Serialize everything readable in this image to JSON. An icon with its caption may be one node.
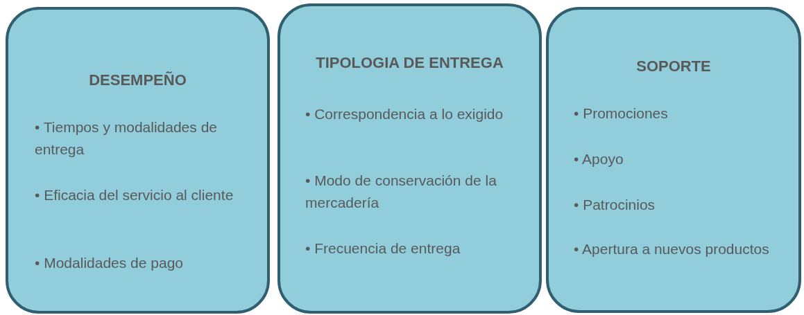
{
  "diagram": {
    "nodes": [
      {
        "text": [
          "DESEMPEÑO",
          "• Tiempos y modalidades de entrega",
          "• Eficacia del servicio al cliente",
          "• Modalidades de pago"
        ]
      },
      {
        "text": [
          "TIPOLOGIA DE ENTREGA",
          "• Correspondencia a lo exigido",
          "• Modo de conservación de la mercadería",
          "• Frecuencia de entrega"
        ]
      },
      {
        "text": [
          "SOPORTE",
          "• Promociones",
          "• Apoyo",
          "• Patrocinios",
          "• Apertura a nuevos productos"
        ]
      }
    ]
  }
}
